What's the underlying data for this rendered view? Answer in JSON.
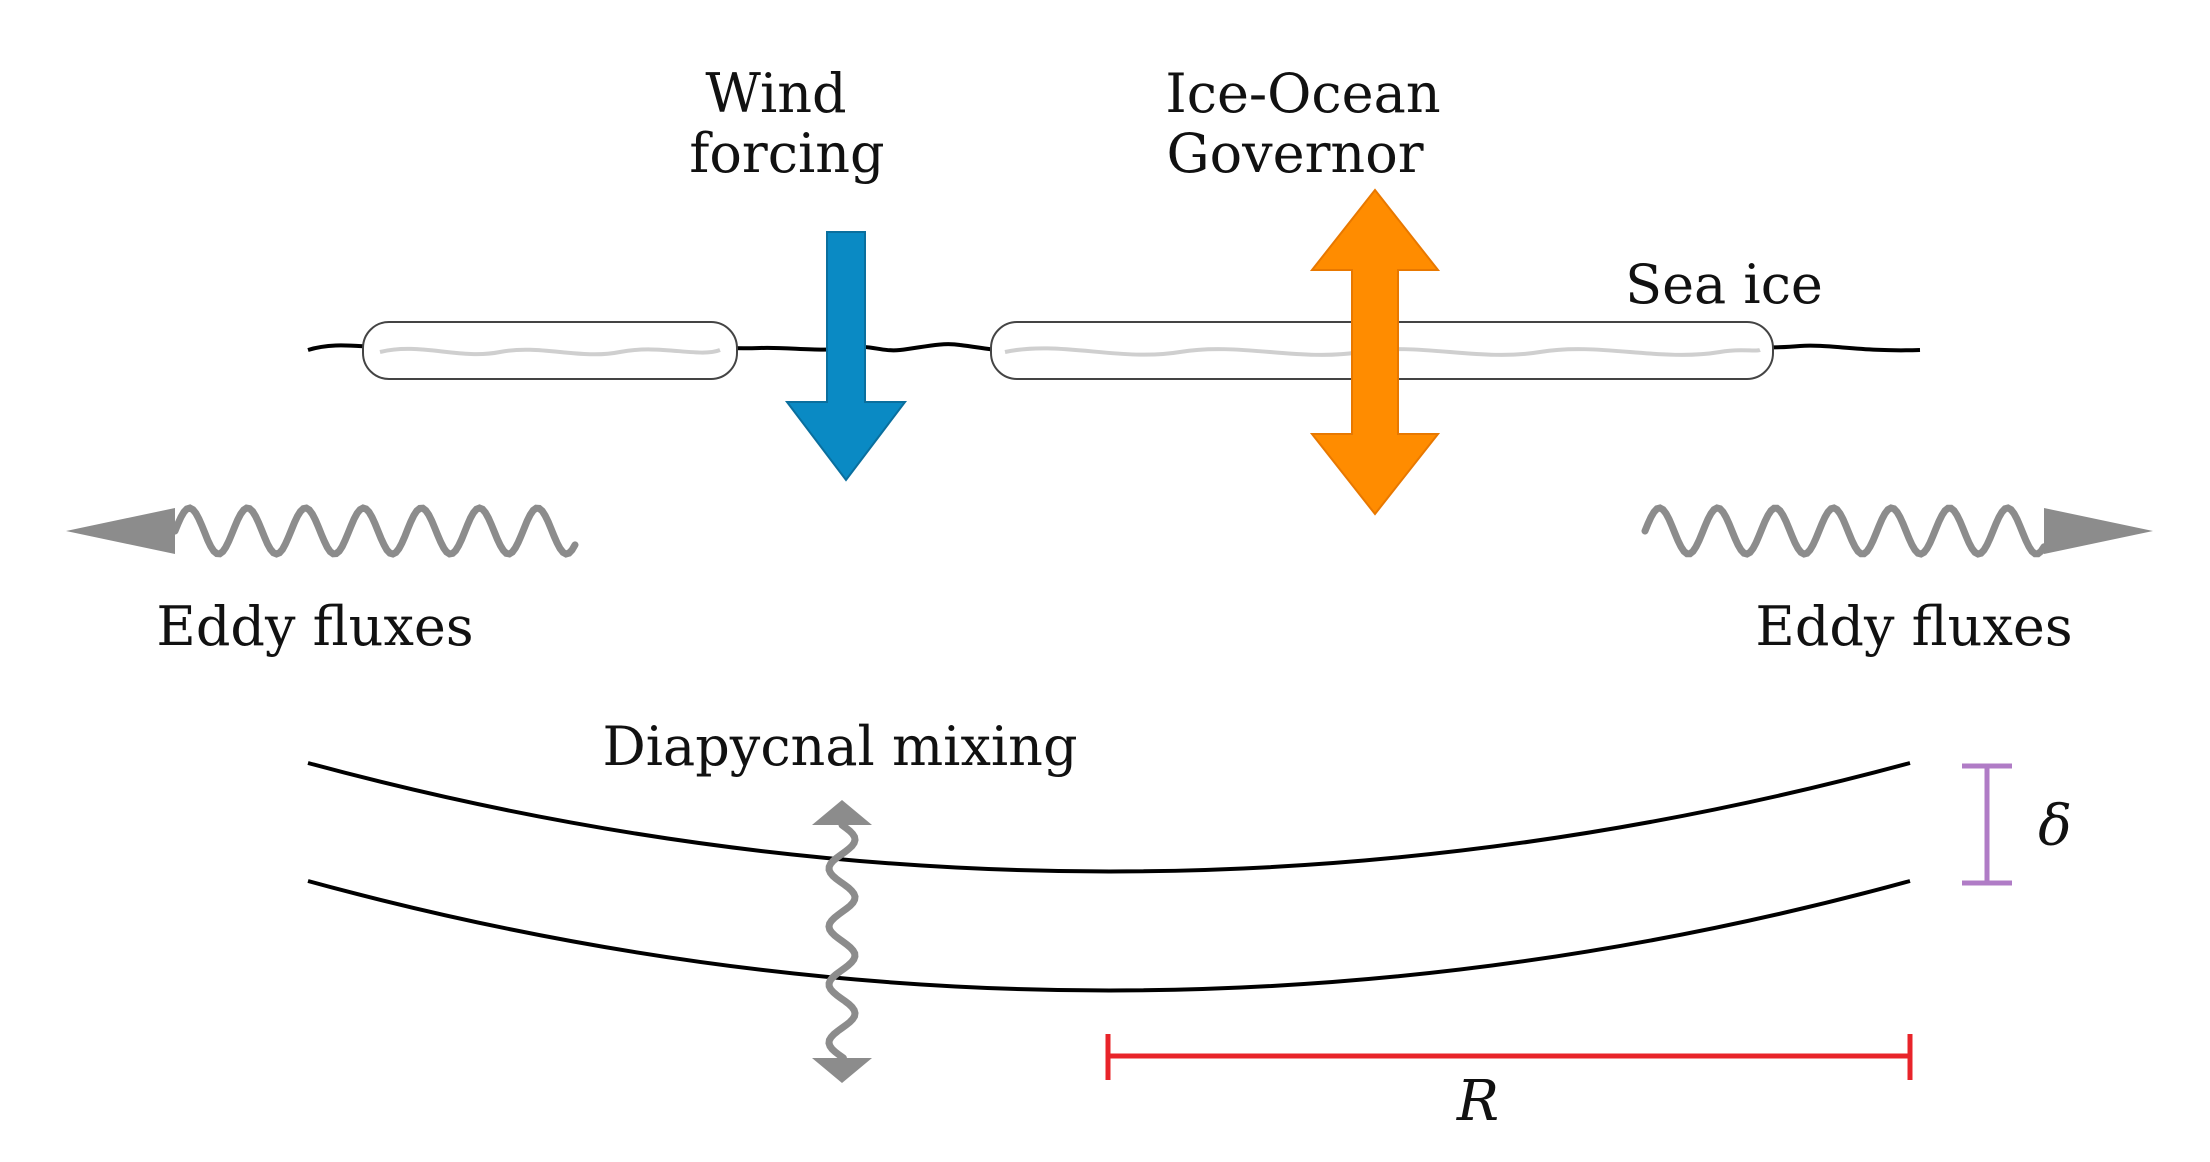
{
  "labels": {
    "wind_line1": "Wind",
    "wind_line2": "forcing",
    "governor_line1": "Ice-Ocean",
    "governor_line2": "Governor",
    "sea_ice": "Sea ice",
    "eddy_left": "Eddy fluxes",
    "eddy_right": "Eddy fluxes",
    "diapycnal": "Diapycnal mixing",
    "delta": "δ",
    "radius": "R"
  },
  "colors": {
    "wind_arrow": "#0a8ac4",
    "governor_arrow": "#ff8c00",
    "eddy_arrow": "#8c8c8c",
    "delta_bar": "#b07cc6",
    "radius_bar": "#e8242a",
    "lines": "#000000"
  }
}
